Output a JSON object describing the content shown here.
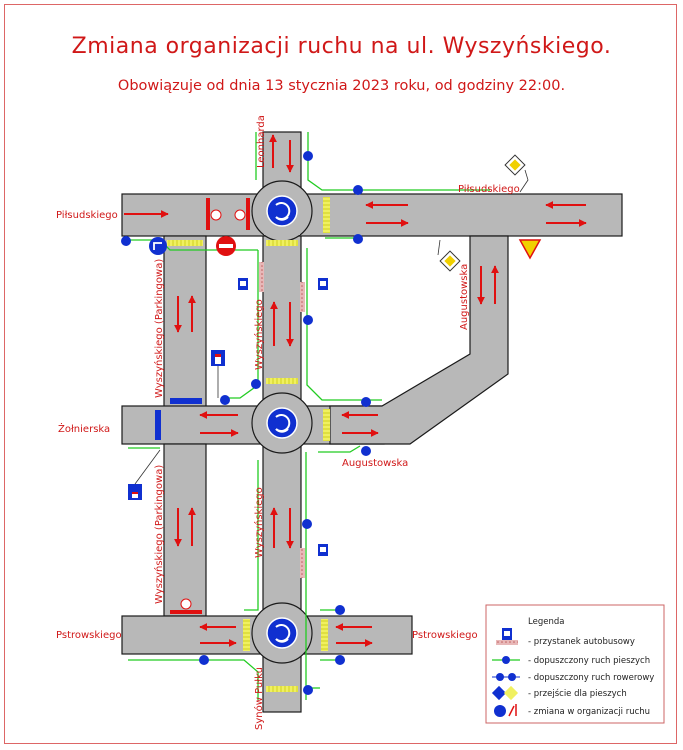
{
  "title": "Zmiana organizacji ruchu na ul. Wyszyńskiego.",
  "subtitle": "Obowiązuje od dnia 13 stycznia 2023 roku, od godziny 22:00.",
  "streets": {
    "leonharda": "Leonharda",
    "pilsudskiego_left": "Piłsudskiego",
    "pilsudskiego_right": "Piłsudskiego",
    "augustowska_vertical": "Augustowska",
    "augustowska_lower": "Augustowska",
    "wyszynskiego_parkingowa_upper": "Wyszyńskiego (Parkingowa)",
    "wyszynskiego_upper": "Wyszyńskiego",
    "zolnierska": "Żołnierska",
    "wyszynskiego_parkingowa_lower": "Wyszyńskiego (Parkingowa)",
    "wyszynskiego_lower": "Wyszyńskiego",
    "pstrowskiego_left": "Pstrowskiego",
    "pstrowskiego_right": "Pstrowskiego",
    "synow_pulku": "Synów Pułku"
  },
  "legend": {
    "title": "Legenda",
    "items": [
      {
        "icon": "bus-stop-icon",
        "label": "- przystanek autobusowy"
      },
      {
        "icon": "pedestrian-path-icon",
        "label": "- dopuszczony ruch pieszych"
      },
      {
        "icon": "bicycle-path-icon",
        "label": "- dopuszczony ruch rowerowy"
      },
      {
        "icon": "crosswalk-icon",
        "label": "- przejście dla pieszych"
      },
      {
        "icon": "traffic-change-icon",
        "label": "- zmiana w organizacji ruchu"
      }
    ]
  },
  "colors": {
    "road": "#b8b8b8",
    "road_edge": "#1a1a1a",
    "arrow": "#e01010",
    "text": "#d01818",
    "path_green": "#22cc22",
    "sign_blue": "#1030d0",
    "crossing_yellow": "#f0f060"
  }
}
